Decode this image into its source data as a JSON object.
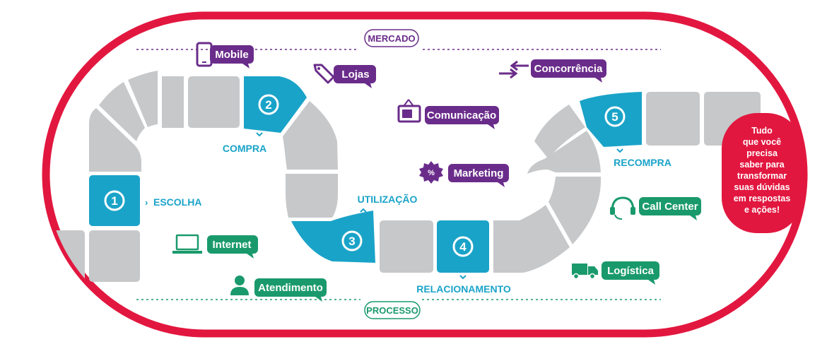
{
  "header": {
    "title": "MERCADO"
  },
  "footer": {
    "title": "PROCESSO"
  },
  "callout": {
    "lines": [
      "Tudo",
      "que você",
      "precisa",
      "saber para",
      "transformar",
      "suas dúvidas",
      "em respostas",
      "e ações!"
    ]
  },
  "steps": [
    {
      "number": "1",
      "label": "ESCOLHA"
    },
    {
      "number": "2",
      "label": "COMPRA"
    },
    {
      "number": "3",
      "label": "UTILIZAÇÃO"
    },
    {
      "number": "4",
      "label": "RELACIONAMENTO"
    },
    {
      "number": "5",
      "label": "RECOMPRA"
    }
  ],
  "market_tags": [
    {
      "label": "Mobile",
      "icon": "mobile-phone-icon"
    },
    {
      "label": "Lojas",
      "icon": "price-tag-icon"
    },
    {
      "label": "Comunicação",
      "icon": "tv-icon"
    },
    {
      "label": "Marketing",
      "icon": "percent-badge-icon"
    },
    {
      "label": "Concorrência",
      "icon": "opposing-arrows-icon"
    }
  ],
  "process_tags": [
    {
      "label": "Internet",
      "icon": "laptop-icon"
    },
    {
      "label": "Atendimento",
      "icon": "person-icon"
    },
    {
      "label": "Call Center",
      "icon": "headset-icon"
    },
    {
      "label": "Logística",
      "icon": "truck-icon"
    }
  ],
  "colors": {
    "frame": "#e2173f",
    "market": "#6a2c8a",
    "process": "#1a9a6c",
    "step": "#1aa3c8",
    "track": "#c6c8ca"
  }
}
